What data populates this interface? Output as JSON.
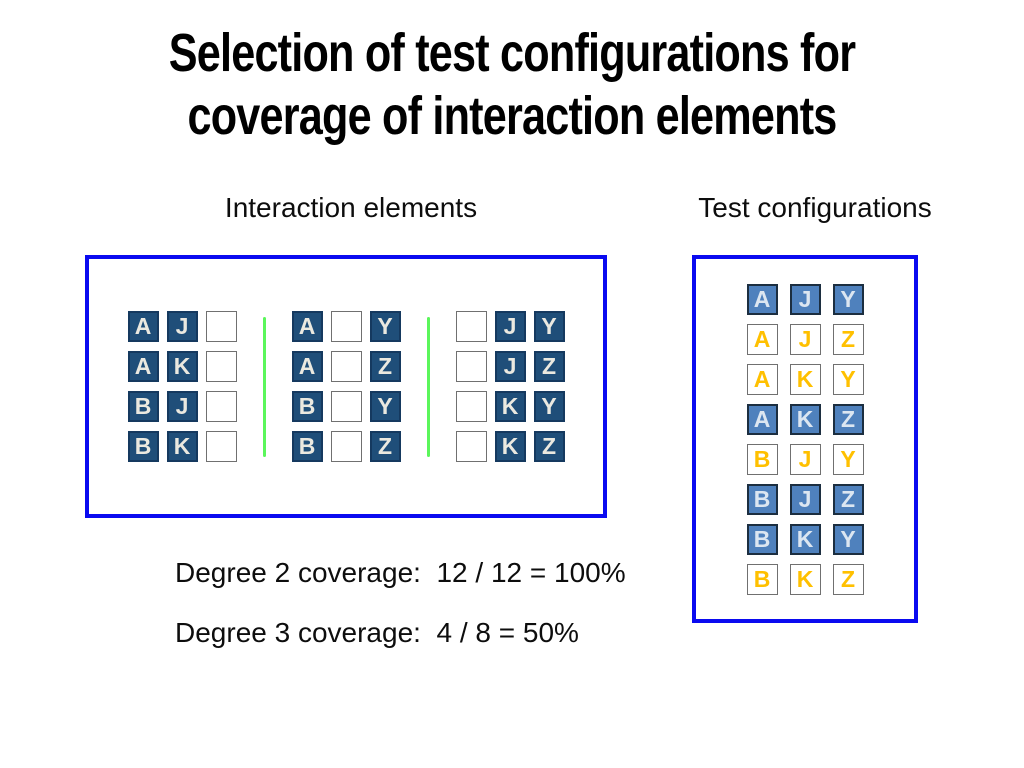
{
  "title": {
    "lines": [
      "Selection of test configurations for",
      "coverage of interaction elements"
    ]
  },
  "labels": {
    "left": "Interaction elements",
    "right": "Test configurations"
  },
  "interaction_elements": {
    "groups": [
      {
        "name": "pairs-AB-x-JK",
        "rows": [
          [
            "A",
            "J",
            ""
          ],
          [
            "A",
            "K",
            ""
          ],
          [
            "B",
            "J",
            ""
          ],
          [
            "B",
            "K",
            ""
          ]
        ]
      },
      {
        "name": "pairs-AB-x-YZ",
        "rows": [
          [
            "A",
            "",
            "Y"
          ],
          [
            "A",
            "",
            "Z"
          ],
          [
            "B",
            "",
            "Y"
          ],
          [
            "B",
            "",
            "Z"
          ]
        ]
      },
      {
        "name": "pairs-JK-x-YZ",
        "rows": [
          [
            "",
            "J",
            "Y"
          ],
          [
            "",
            "J",
            "Z"
          ],
          [
            "",
            "K",
            "Y"
          ],
          [
            "",
            "K",
            "Z"
          ]
        ]
      }
    ]
  },
  "test_configurations": {
    "rows": [
      {
        "cells": [
          "A",
          "J",
          "Y"
        ],
        "style": "selected"
      },
      {
        "cells": [
          "A",
          "J",
          "Z"
        ],
        "style": "unselected"
      },
      {
        "cells": [
          "A",
          "K",
          "Y"
        ],
        "style": "unselected"
      },
      {
        "cells": [
          "A",
          "K",
          "Z"
        ],
        "style": "selected"
      },
      {
        "cells": [
          "B",
          "J",
          "Y"
        ],
        "style": "unselected"
      },
      {
        "cells": [
          "B",
          "J",
          "Z"
        ],
        "style": "selected"
      },
      {
        "cells": [
          "B",
          "K",
          "Y"
        ],
        "style": "selected"
      },
      {
        "cells": [
          "B",
          "K",
          "Z"
        ],
        "style": "unselected"
      }
    ]
  },
  "coverage": {
    "degree2": "Degree 2 coverage:  12 / 12 = 100%",
    "degree3": "Degree 3 coverage:  4 / 8 = 50%"
  },
  "colors": {
    "box_border": "#0a0af0",
    "dark_cell_fill": "#1f4e79",
    "dark_cell_border": "#15395f",
    "dark_cell_text": "#ebe9e0",
    "blue_cell_fill": "#4f81bd",
    "blue_cell_border": "#1c2e40",
    "blue_cell_text": "#dce6f1",
    "empty_cell_border": "#707070",
    "gold_text": "#ffc000",
    "separator_green": "#5bf65b"
  }
}
